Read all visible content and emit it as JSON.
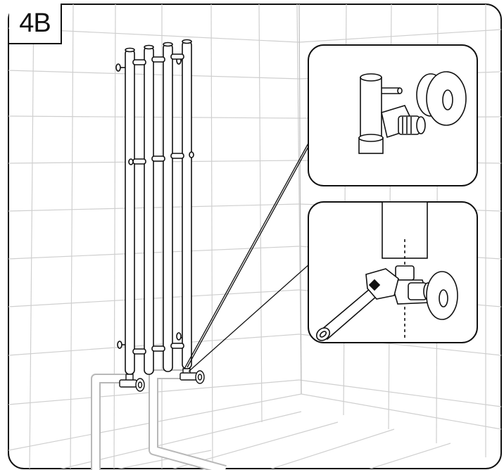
{
  "step": {
    "label": "4B"
  },
  "illustration": {
    "subject": "radiator",
    "detail_top": "valve-and-wall-rosette",
    "detail_bottom": "wrench-tightening-valve"
  },
  "colors": {
    "line": "#111111",
    "grid": "#cfcfcf",
    "background": "#ffffff"
  }
}
